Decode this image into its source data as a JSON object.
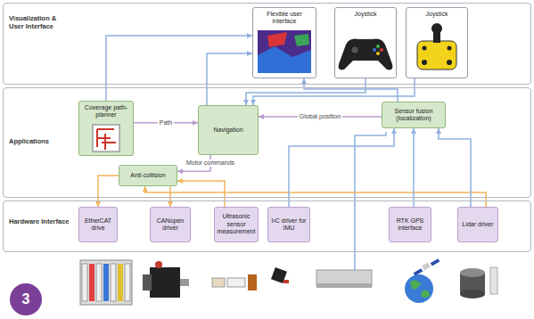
{
  "diagram": {
    "nodes": [
      {
        "text": [
          "Visualization & User Interface"
        ]
      },
      {
        "text": [
          "Applications"
        ]
      },
      {
        "text": [
          "Hardware Interface"
        ]
      },
      {
        "text": [
          "Flexible user interface"
        ],
        "in": 0
      },
      {
        "text": [
          "Joystick"
        ],
        "in": 0
      },
      {
        "text": [
          "Joystick"
        ],
        "in": 0
      },
      {
        "text": [
          "Coverage path-planner"
        ],
        "in": 1
      },
      {
        "text": [
          "Navigation"
        ],
        "in": 1
      },
      {
        "text": [
          "Sensor fusion (localization)"
        ],
        "in": 1
      },
      {
        "text": [
          "Anti-collision"
        ],
        "in": 1
      },
      {
        "text": [
          "EtherCAT drive"
        ],
        "in": 2
      },
      {
        "text": [
          "CANopen driver"
        ],
        "in": 2
      },
      {
        "text": [
          "Ultrasonic sensor measurement"
        ],
        "in": 2
      },
      {
        "text": [
          "I²C driver for IMU"
        ],
        "in": 2
      },
      {
        "text": [
          "RTK GPS interface"
        ],
        "in": 2
      },
      {
        "text": [
          "Lidar driver"
        ],
        "in": 2
      }
    ],
    "edges": [
      {
        "from": 6,
        "to": 7,
        "label": "Path",
        "arrow": "to"
      },
      {
        "from": 7,
        "to": 9,
        "label": "Motor commands",
        "arrow": "to"
      },
      {
        "from": 8,
        "to": 7,
        "label": "Global position",
        "arrow": "to"
      },
      {
        "from": 9,
        "to": 10,
        "arrow": "to"
      },
      {
        "from": 9,
        "to": 11,
        "arrow": "to"
      },
      {
        "from": 12,
        "to": 9,
        "arrow": "to"
      },
      {
        "from": 15,
        "to": 9,
        "arrow": "to"
      },
      {
        "from": 13,
        "to": 8,
        "arrow": "to"
      },
      {
        "from": 14,
        "to": 8,
        "arrow": "to"
      },
      {
        "from": 15,
        "to": 8,
        "arrow": "to"
      },
      {
        "from": 7,
        "to": 3,
        "arrow": "to"
      },
      {
        "from": 8,
        "to": 3,
        "arrow": "to"
      },
      {
        "from": 4,
        "to": 7,
        "arrow": "to"
      },
      {
        "from": 5,
        "to": 7,
        "arrow": "to"
      },
      {
        "from": 6,
        "to": 3,
        "arrow": "to"
      }
    ],
    "labels": [
      "3"
    ]
  }
}
